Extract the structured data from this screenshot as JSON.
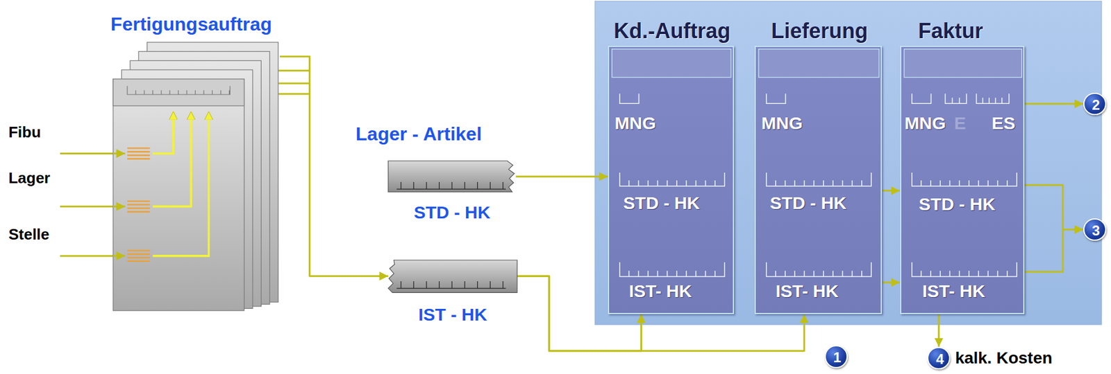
{
  "diagram": {
    "nodes": [
      {
        "text": [
          "Fertigungsauftrag"
        ]
      },
      {
        "text": [
          "STD - HK"
        ]
      },
      {
        "text": [
          "IST - HK"
        ]
      },
      {
        "text": [
          "Kd.-Auftrag",
          "MNG",
          "STD - HK",
          "IST- HK"
        ]
      },
      {
        "text": [
          "Lieferung",
          "MNG",
          "STD - HK",
          "IST- HK"
        ]
      },
      {
        "text": [
          "Faktur",
          "MNG",
          "E",
          "ES",
          "STD - HK",
          "IST- HK"
        ]
      },
      {
        "text": [
          "1"
        ]
      },
      {
        "text": [
          "2"
        ]
      },
      {
        "text": [
          "3"
        ]
      },
      {
        "text": [
          "4"
        ]
      }
    ],
    "edges": [
      {
        "from": 0,
        "to": 2,
        "arrow": "to"
      },
      {
        "from": 1,
        "to": 3,
        "arrow": "to"
      },
      {
        "from": 2,
        "to": 3,
        "arrow": "to"
      },
      {
        "from": 2,
        "to": 4,
        "arrow": "to"
      },
      {
        "from": 4,
        "to": 5,
        "arrow": "to"
      },
      {
        "from": 4,
        "to": 5,
        "arrow": "to"
      },
      {
        "from": 5,
        "to": 7,
        "arrow": "to"
      },
      {
        "from": 5,
        "to": 8,
        "arrow": "to"
      },
      {
        "from": 5,
        "to": 9,
        "arrow": "to"
      }
    ],
    "labels": [
      "Fibu",
      "Lager",
      "Stelle",
      "Lager - Artikel",
      "kalk. Kosten"
    ]
  }
}
